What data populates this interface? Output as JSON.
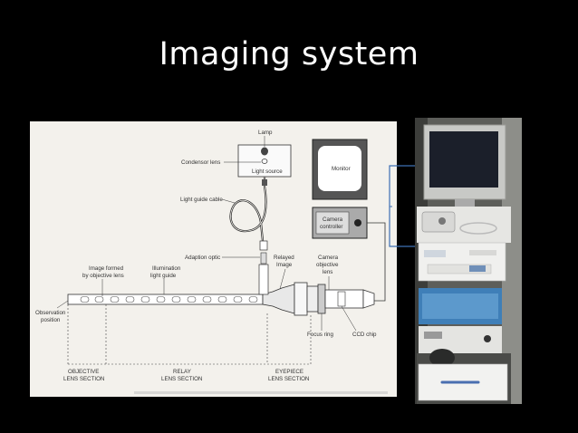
{
  "slide": {
    "title": "Imaging system"
  },
  "diagram": {
    "labels": {
      "lamp": "Lamp",
      "condensor_lens": "Condensor lens",
      "light_source": "Light source",
      "light_guide_cable": "Light guide cable",
      "monitor": "Monitor",
      "camera_controller_line1": "Camera",
      "camera_controller_line2": "controller",
      "adaption_optic": "Adaption optic",
      "relayed_image_line1": "Relayed",
      "relayed_image_line2": "Image",
      "camera_objective_line1": "Camera",
      "camera_objective_line2": "objective",
      "camera_objective_line3": "lens",
      "image_formed_line1": "Image formed",
      "image_formed_line2": "by objective lens",
      "illumination_line1": "Illumination",
      "illumination_line2": "light guide",
      "observation_line1": "Observation",
      "observation_line2": "position",
      "focus_ring": "Focus ring",
      "ccd_chip": "CCD chip",
      "objective_section_line1": "OBJECTIVE",
      "objective_section_line2": "LENS SECTION",
      "relay_section_line1": "RELAY",
      "relay_section_line2": "LENS SECTION",
      "eyepiece_section_line1": "EYEPIECE",
      "eyepiece_section_line2": "LENS SECTION"
    }
  },
  "colors": {
    "background": "#000000",
    "title": "#ffffff",
    "diagram_bg": "#f3f1ec",
    "connector": "#3d6fb3"
  }
}
